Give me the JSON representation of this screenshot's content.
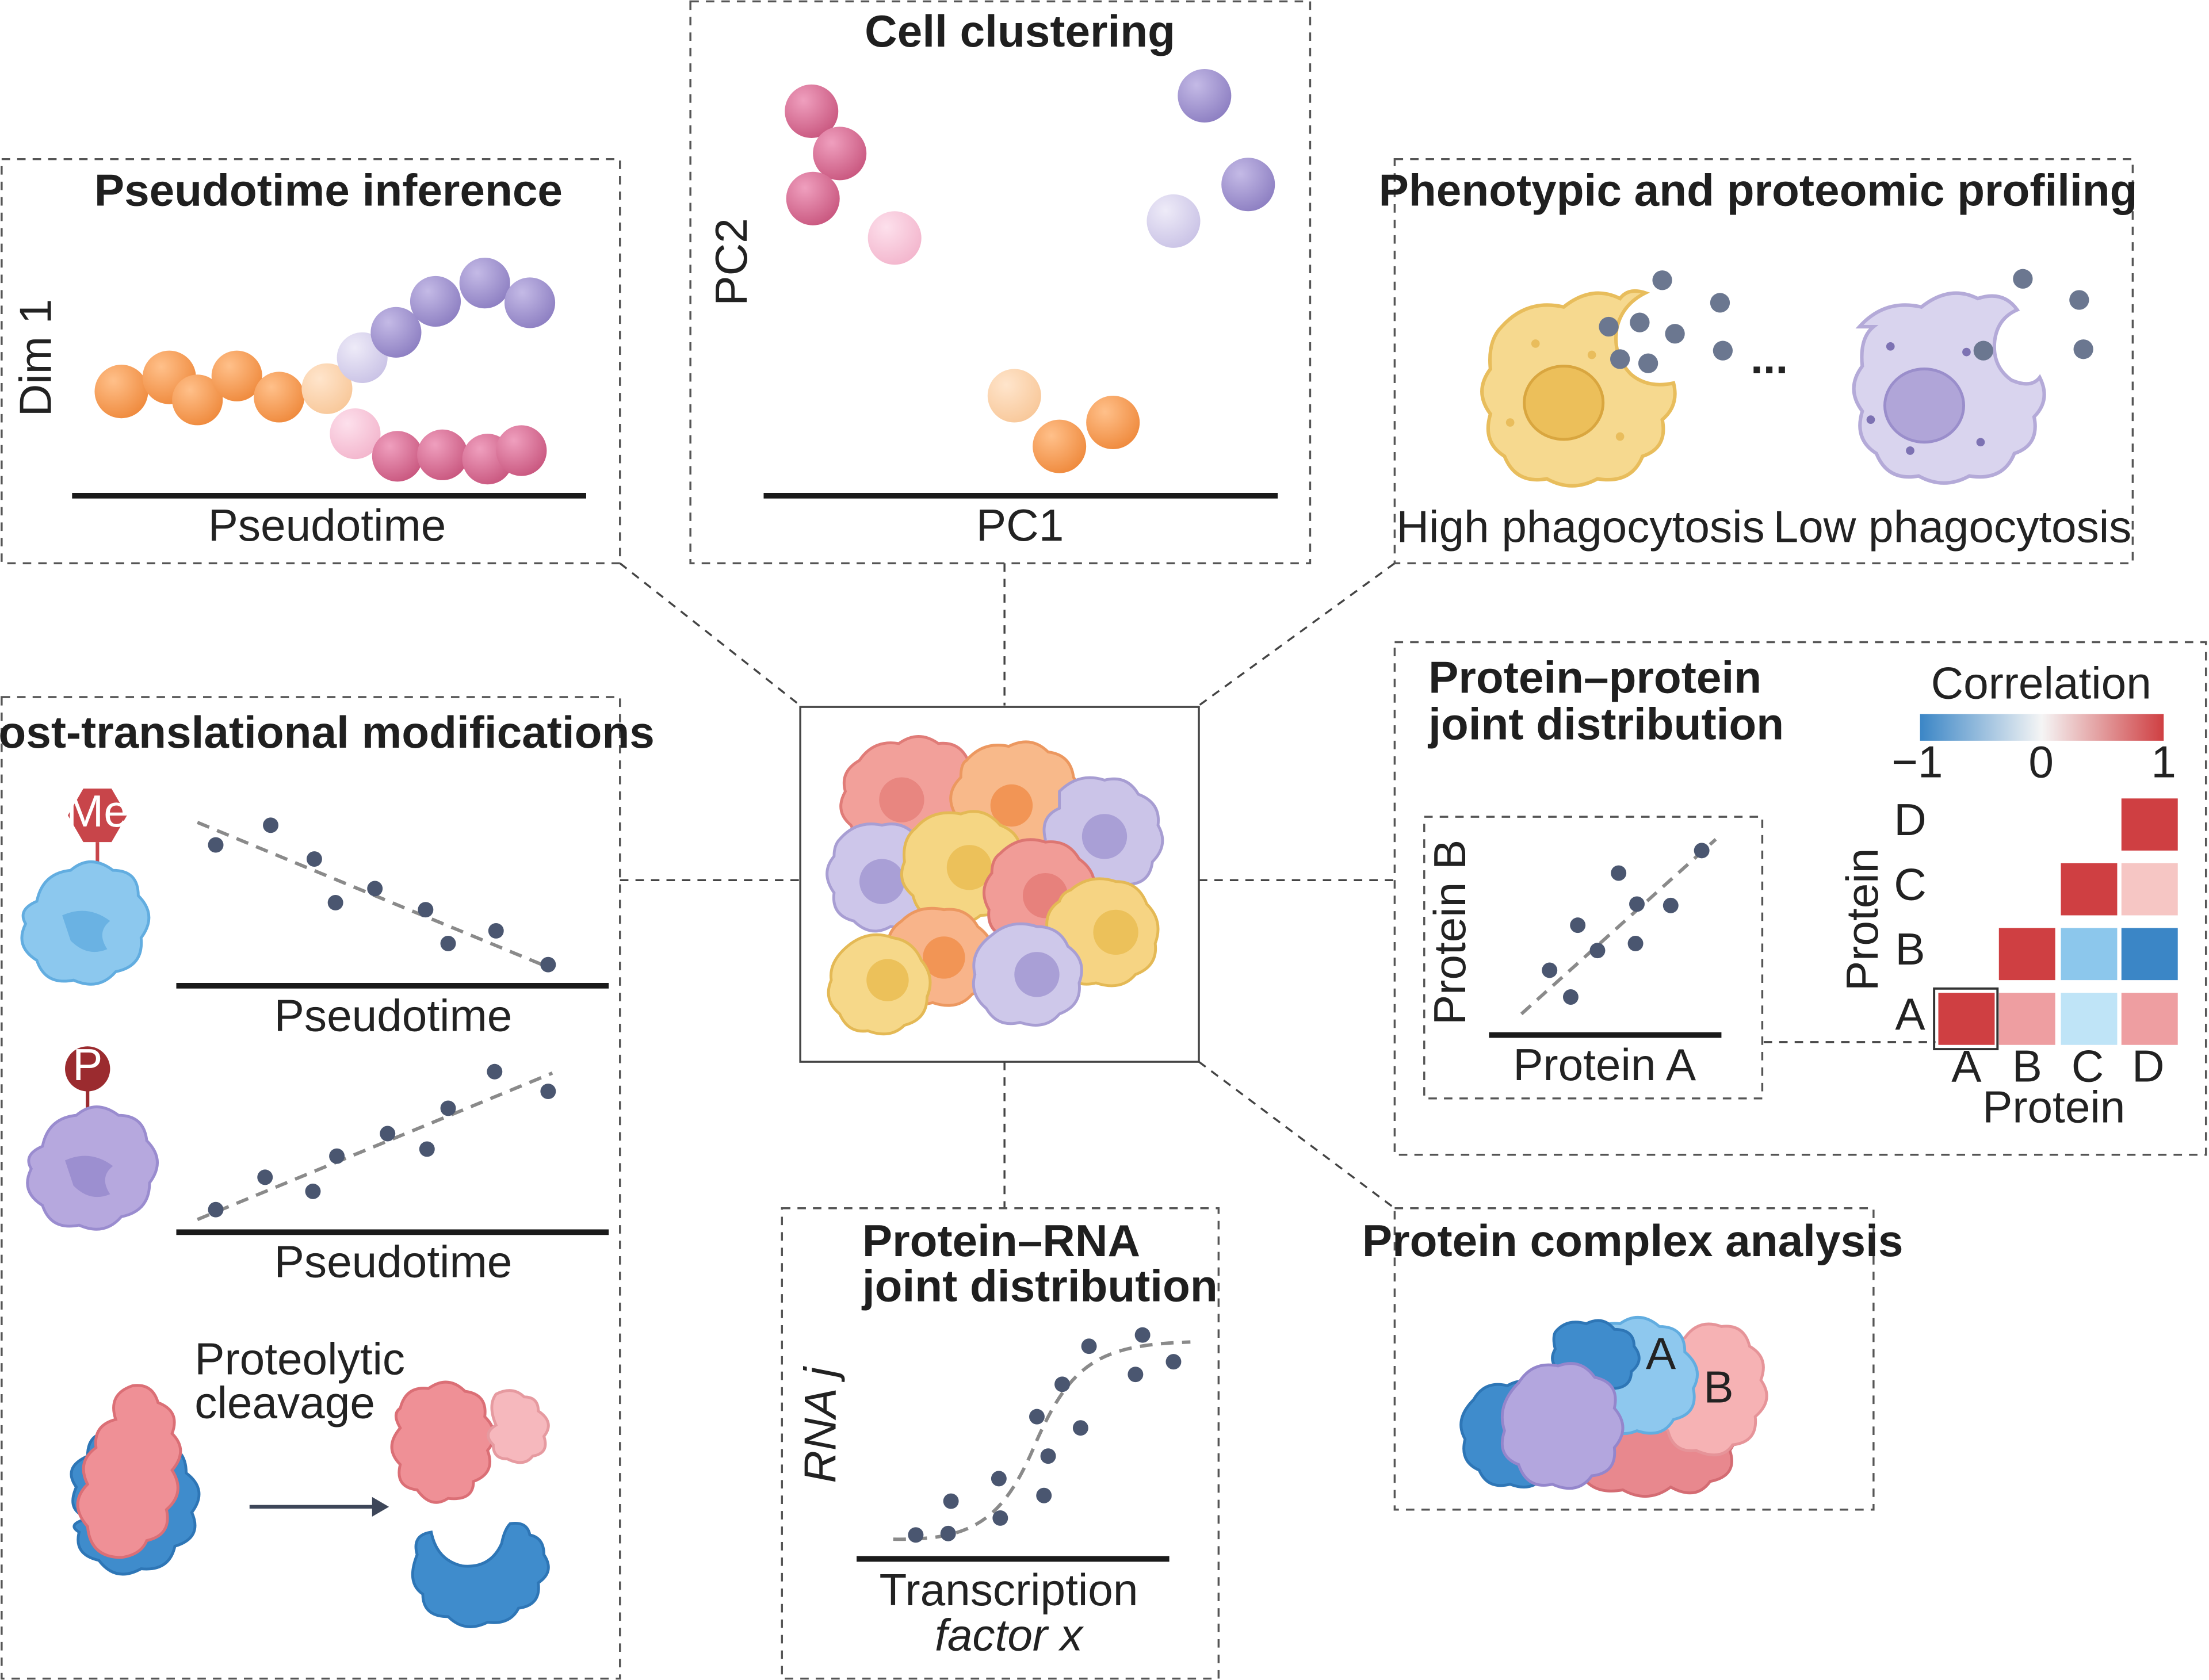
{
  "panels": {
    "pseudotime": {
      "title": "Pseudotime inference",
      "xlabel": "Pseudotime",
      "ylabel": "Dim 1"
    },
    "clustering": {
      "title": "Cell clustering",
      "xlabel": "PC1",
      "ylabel": "PC2"
    },
    "phenotypic": {
      "title": "Phenotypic and proteomic profiling",
      "left_label": "High phagocytosis",
      "right_label": "Low phagocytosis",
      "ellipsis": "..."
    },
    "ptm": {
      "title": "Post-translational modifications",
      "xlabel1": "Pseudotime",
      "xlabel2": "Pseudotime",
      "methyl_tag": "Me",
      "phospho_tag": "P",
      "cleavage_label_1": "Proteolytic",
      "cleavage_label_2": "cleavage"
    },
    "protein_protein": {
      "title_1": "Protein–protein",
      "title_2": "joint distribution",
      "xlabel": "Protein A",
      "ylabel": "Protein B"
    },
    "correlation": {
      "legend_title": "Correlation",
      "tick_min": "−1",
      "tick_mid": "0",
      "tick_max": "1",
      "axis_label_x": "Protein",
      "axis_label_y": "Protein",
      "rows": [
        "D",
        "C",
        "B",
        "A"
      ],
      "cols": [
        "A",
        "B",
        "C",
        "D"
      ]
    },
    "protein_rna": {
      "title_1": "Protein–RNA",
      "title_2": "joint distribution",
      "ylabel": "RNA j",
      "xlabel_1": "Transcription",
      "xlabel_2": "factor x"
    },
    "complex": {
      "title": "Protein complex analysis",
      "label_a": "A",
      "label_b": "B"
    }
  },
  "colors": {
    "orange": "#f3994e",
    "pink": "#d46a92",
    "purple": "#9c8fcb",
    "dot": "#4a5670",
    "corr_neg": "#3b86c6",
    "corr_pos": "#cf3f42"
  }
}
